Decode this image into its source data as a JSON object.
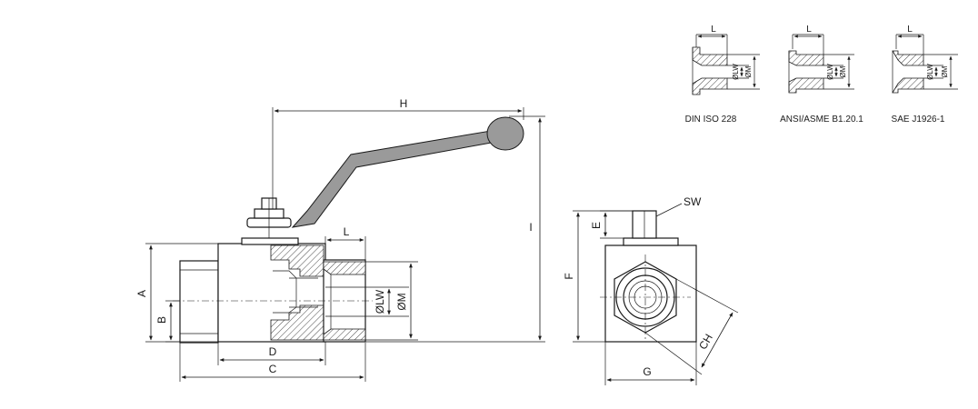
{
  "dimensions": {
    "H": "H",
    "L": "L",
    "I": "I",
    "A": "A",
    "B": "B",
    "C": "C",
    "D": "D",
    "LW": "ØLW",
    "M": "ØM",
    "SW": "SW",
    "E": "E",
    "F": "F",
    "G": "G",
    "CH": "CH"
  },
  "port_details": [
    {
      "caption": "DIN ISO 228",
      "length_label": "L",
      "inner_label": "ØLW",
      "outer_label": "ØM"
    },
    {
      "caption": "ANSI/ASME B1.20.1",
      "length_label": "L",
      "inner_label": "ØLW",
      "outer_label": "ØM"
    },
    {
      "caption": "SAE J1926-1",
      "length_label": "L",
      "inner_label": "ØLW",
      "outer_label": "ØM"
    }
  ]
}
